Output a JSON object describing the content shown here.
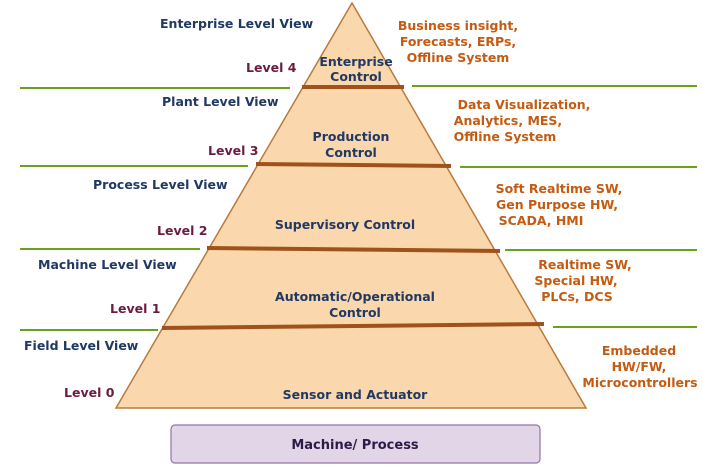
{
  "views": [
    "Enterprise Level View",
    "Plant Level View",
    "Process Level View",
    "Machine Level View",
    "Field Level View"
  ],
  "levels": [
    "Level 4",
    "Level 3",
    "Level 2",
    "Level 1",
    "Level 0"
  ],
  "tiers": [
    [
      "Enterprise",
      "Control"
    ],
    [
      "Production",
      "Control"
    ],
    [
      "Supervisory Control"
    ],
    [
      "Automatic/Operational",
      "Control"
    ],
    [
      "Sensor and Actuator"
    ]
  ],
  "notes": [
    [
      "Business insight,",
      "Forecasts, ERPs,",
      "Offline System"
    ],
    [
      "Data Visualization,",
      "Analytics, MES,",
      "Offline System"
    ],
    [
      "Soft Realtime SW,",
      "Gen Purpose HW,",
      "SCADA, HMI"
    ],
    [
      "Realtime SW,",
      "Special HW,",
      "PLCs, DCS"
    ],
    [
      "Embedded",
      "HW/FW,",
      "Microcontrollers"
    ]
  ],
  "base": "Machine/ Process",
  "colors": {
    "pyramid_fill": "#fad7ac",
    "pyramid_stroke": "#b97a3c",
    "tier_divider": "#a0521d",
    "level_line": "#6aa121",
    "base_fill": "#e1d5e7",
    "base_stroke": "#9673a6"
  }
}
